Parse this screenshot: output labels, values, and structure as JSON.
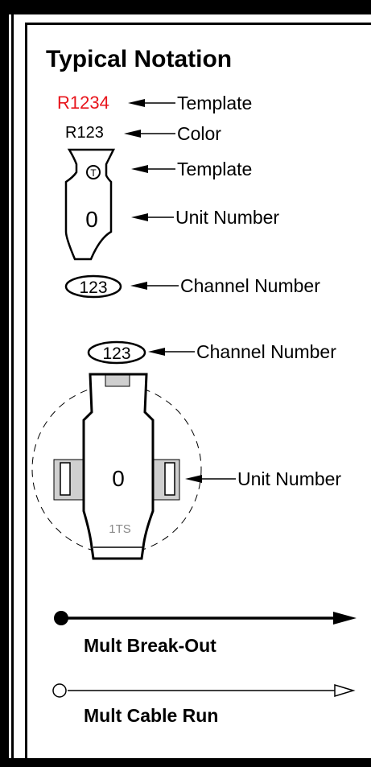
{
  "title": "Typical Notation",
  "conventional_unit": {
    "template_label": "R1234",
    "template_label_color": "#e8141b",
    "color_label": "R123",
    "template_symbol": "T",
    "unit_number": "0",
    "channel_number": "123"
  },
  "callouts": {
    "template_top": "Template",
    "color": "Color",
    "template_symbol": "Template",
    "unit_number": "Unit Number",
    "channel_number": "Channel Number"
  },
  "moving_light": {
    "channel_number": "123",
    "unit_number": "0",
    "type_label": "1TS",
    "channel_callout": "Channel Number",
    "unit_callout": "Unit Number"
  },
  "legend": {
    "break_out": "Mult Break-Out",
    "cable_run": "Mult Cable Run"
  }
}
